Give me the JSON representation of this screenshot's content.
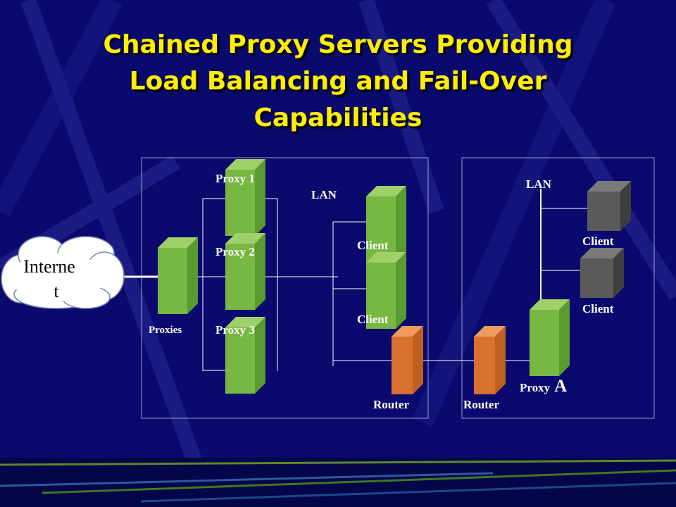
{
  "slide": {
    "title_line1": "Chained Proxy Servers Providing",
    "title_line2": "Load Balancing and Fail-Over",
    "title_line3": "Capabilities"
  },
  "diagram": {
    "internet_line1": "Interne",
    "internet_line2": "t",
    "proxies_label": "Proxies",
    "proxy1_label": "Proxy 1",
    "proxy2_label": "Proxy 2",
    "proxy3_label": "Proxy 3",
    "lan_left_label": "LAN",
    "lan_right_label": "LAN",
    "client_l1_label": "Client",
    "client_l2_label": "Client",
    "client_r1_label": "Client",
    "client_r2_label": "Client",
    "router_left_label": "Router",
    "router_right_label": "Router",
    "proxy_a_prefix": "Proxy",
    "proxy_a_letter": "A"
  },
  "colors": {
    "background": "#0a0a6e",
    "title": "#ffee00",
    "proxy_green": "#77b843",
    "router_orange": "#d8702e",
    "client_gray": "#5a5a5a",
    "lines": "#ffffff"
  }
}
